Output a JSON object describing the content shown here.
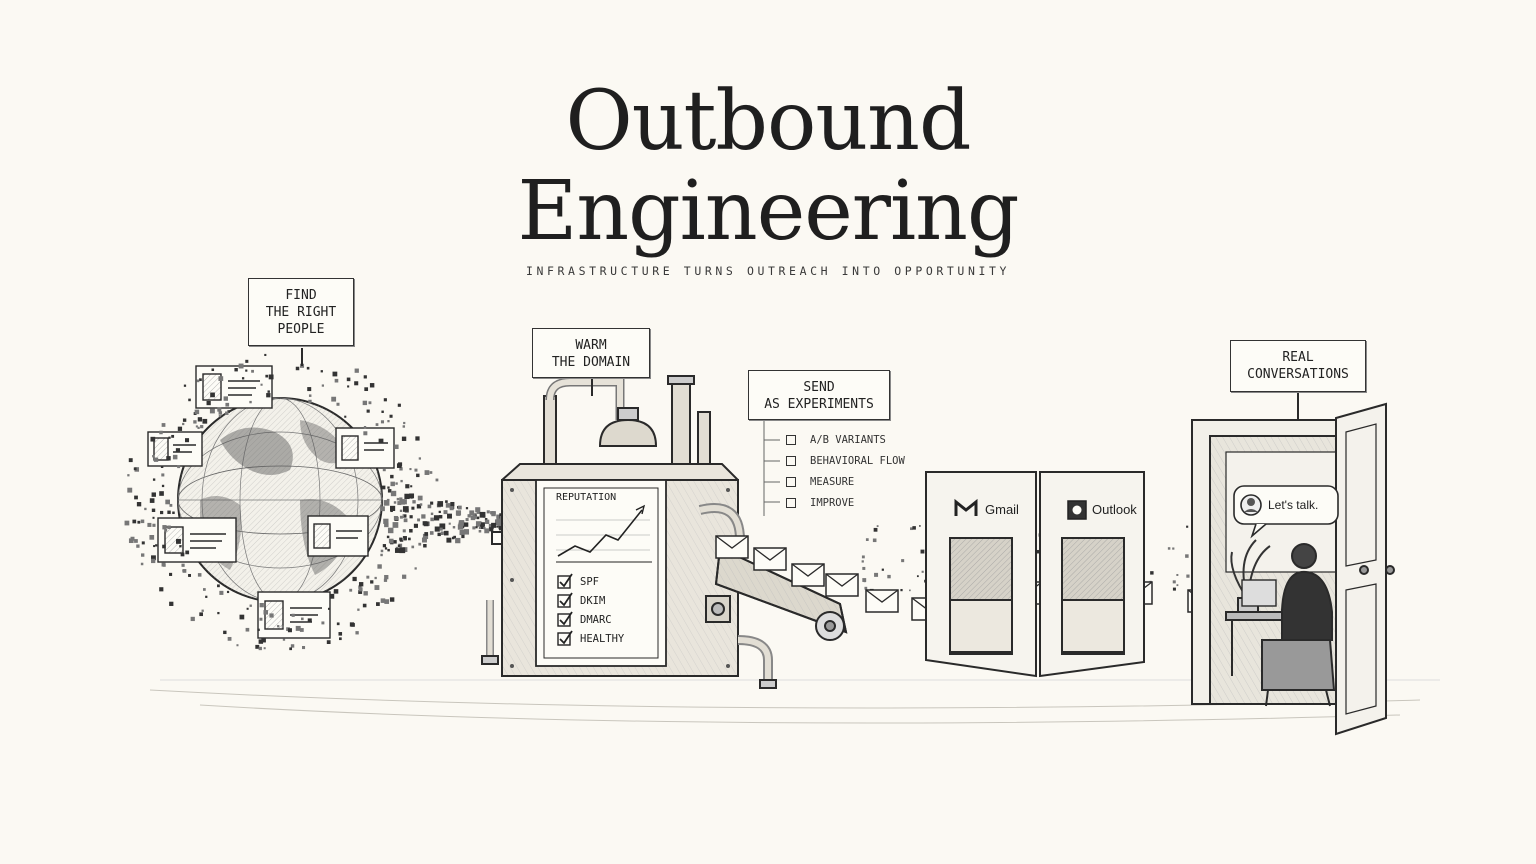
{
  "title_line1": "Outbound",
  "title_line2": "Engineering",
  "subtitle": "INFRASTRUCTURE TURNS OUTREACH INTO OPPORTUNITY",
  "stages": {
    "find": [
      "FIND",
      "THE RIGHT",
      "PEOPLE"
    ],
    "warm": [
      "WARM",
      "THE DOMAIN"
    ],
    "send": [
      "SEND",
      "AS EXPERIMENTS"
    ],
    "real": [
      "REAL",
      "CONVERSATIONS"
    ]
  },
  "experiment_steps": [
    "A/B VARIANTS",
    "BEHAVIORAL FLOW",
    "MEASURE",
    "IMPROVE"
  ],
  "reputation_panel": {
    "label": "REPUTATION",
    "checks": [
      "SPF",
      "DKIM",
      "DMARC",
      "HEALTHY"
    ]
  },
  "mail_providers": [
    "Gmail",
    "Outlook"
  ],
  "speech_bubble": "Let's talk.",
  "colors": {
    "ink": "#2a2a2a",
    "paper": "#fbf9f3"
  }
}
